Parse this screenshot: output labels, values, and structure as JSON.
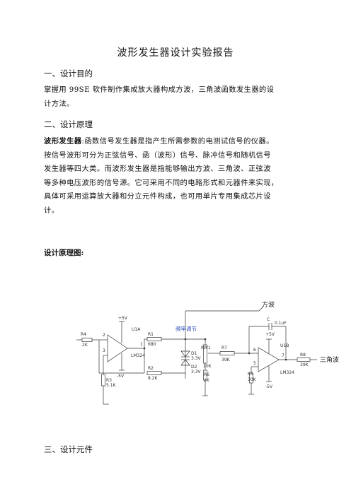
{
  "document": {
    "title": "波形发生器设计实验报告",
    "section1": {
      "heading": "一、设计目的",
      "line1": "掌握用 99SE 软件制作集成放大器构成方波，三角波函数发生器的设",
      "line2": "计方法。"
    },
    "section2": {
      "heading": "二、设计原理",
      "term": "波形发生器",
      "line1_rest": ":函数信号发生器是指产生所需参数的电测试信号的仪器。",
      "line2": "按信号波形可分为正弦信号、函（波形）信号、脉冲信号和随机信号",
      "line3": "发生器等四大类。而波形发生器是指能够输出方波、三角波、正弦波",
      "line4": "等多种电压波形的信号源。它可采用不同的电路形式和元器件来实现，",
      "line5": "具体可采用运算放大器和分立元件构成，也可用单片专用集成芯片设",
      "line6": "计。",
      "diagram_heading": "设计原理图:"
    },
    "section3": {
      "heading": "三、设计元件"
    }
  },
  "circuit": {
    "labels": {
      "square_wave": "方波",
      "triangle_wave": "三角波",
      "freq_adjust": "频率调节",
      "vcc1": "+5V",
      "vee1": "-5V",
      "u1a": "U1A",
      "lm324_a": "LM324",
      "r4": "R4",
      "r4v": "2K",
      "r1": "R1",
      "r1v": "680",
      "r2": "R2",
      "r2v": "8.2K",
      "r3": "R3",
      "r3v": "5.1K",
      "d1": "D1",
      "d1v": "3.3V",
      "d2": "D2",
      "d2v": "3.3V",
      "rw1": "RW1",
      "rw1v": "10K",
      "r6": "R6",
      "r6v": "2K",
      "r5": "R5",
      "r5v": "30K",
      "r7": "R7",
      "r7v": "39K",
      "c": "C",
      "cv": "0.1uF",
      "vcc2": "+5V",
      "vee2": "-5V",
      "u1b": "U1B",
      "lm324_b": "LM324",
      "r8": "R8",
      "r8v": "39K",
      "pin2": "2",
      "pin3": "3",
      "pin1": "1",
      "pin6": "6",
      "pin5": "5",
      "pin7": "7"
    }
  }
}
